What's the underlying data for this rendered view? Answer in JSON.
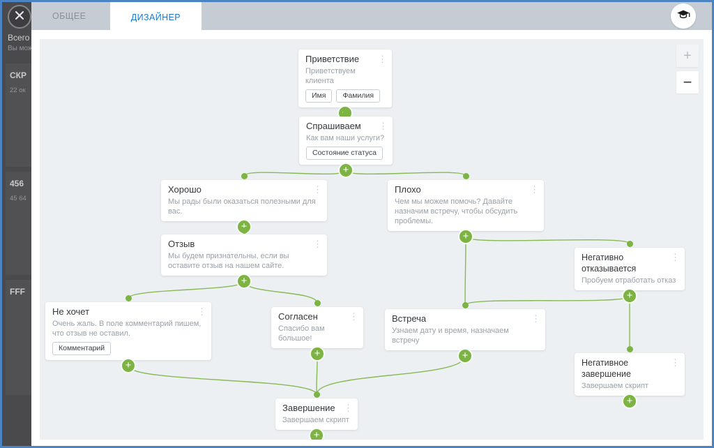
{
  "tabs": [
    {
      "label": "ОБЩЕЕ",
      "active": false
    },
    {
      "label": "ДИЗАЙНЕР",
      "active": true
    }
  ],
  "sidebar": {
    "line1": "Всего",
    "line2": "Вы мож",
    "cards": [
      {
        "title": "СКР",
        "subtitle": "22 ок"
      },
      {
        "title": "456",
        "subtitle": "45 64"
      },
      {
        "title": "FFF",
        "subtitle": ""
      }
    ]
  },
  "icons": {
    "close": "✕",
    "kebab": "⋮",
    "plus": "+",
    "zoom_in": "+",
    "zoom_out": "−",
    "help": "graduation-cap"
  },
  "colors": {
    "accent_green": "#7cb342",
    "tab_active_text": "#1b78cf",
    "frame_border": "#4b83c3",
    "canvas_bg": "#edf0f3",
    "tabbar_bg": "#c5ccd3"
  },
  "nodes": [
    {
      "id": "n1",
      "title": "Приветствие",
      "subtitle": "Приветствуем клиента",
      "chips": [
        "Имя",
        "Фамилия"
      ]
    },
    {
      "id": "n2",
      "title": "Спрашиваем",
      "subtitle": "Как вам наши услуги?",
      "chips": [
        "Состояние статуса"
      ]
    },
    {
      "id": "n3",
      "title": "Хорошо",
      "subtitle": "Мы рады были оказаться полезными для вас.",
      "chips": []
    },
    {
      "id": "n4",
      "title": "Плохо",
      "subtitle": "Чем мы можем помочь? Давайте назначим встречу, чтобы обсудить проблемы.",
      "chips": []
    },
    {
      "id": "n5",
      "title": "Отзыв",
      "subtitle": "Мы будем признательны, если вы оставите отзыв на нашем сайте.",
      "chips": []
    },
    {
      "id": "n6",
      "title": "Негативно отказывается",
      "subtitle": "Пробуем отработать отказ",
      "chips": []
    },
    {
      "id": "n7",
      "title": "Не хочет",
      "subtitle": "Очень жаль. В поле комментарий пишем, что отзыв не оставил.",
      "chips": [
        "Комментарий"
      ]
    },
    {
      "id": "n8",
      "title": "Согласен",
      "subtitle": "Спасибо вам большое!",
      "chips": []
    },
    {
      "id": "n9",
      "title": "Встреча",
      "subtitle": "Узнаем дату и время, назначаем встречу",
      "chips": []
    },
    {
      "id": "n10",
      "title": "Негативное завершение",
      "subtitle": "Завершаем скрипт",
      "chips": []
    },
    {
      "id": "n11",
      "title": "Завершение",
      "subtitle": "Завершаем скрипт",
      "chips": []
    }
  ],
  "edges": [
    {
      "from": "n1",
      "to": "n2"
    },
    {
      "from": "n2",
      "to": "n3"
    },
    {
      "from": "n2",
      "to": "n4"
    },
    {
      "from": "n3",
      "to": "n5"
    },
    {
      "from": "n4",
      "to": "n9"
    },
    {
      "from": "n4",
      "to": "n6"
    },
    {
      "from": "n5",
      "to": "n7"
    },
    {
      "from": "n5",
      "to": "n8"
    },
    {
      "from": "n6",
      "to": "n9"
    },
    {
      "from": "n6",
      "to": "n10"
    },
    {
      "from": "n7",
      "to": "n11"
    },
    {
      "from": "n8",
      "to": "n11"
    },
    {
      "from": "n9",
      "to": "n11"
    }
  ]
}
